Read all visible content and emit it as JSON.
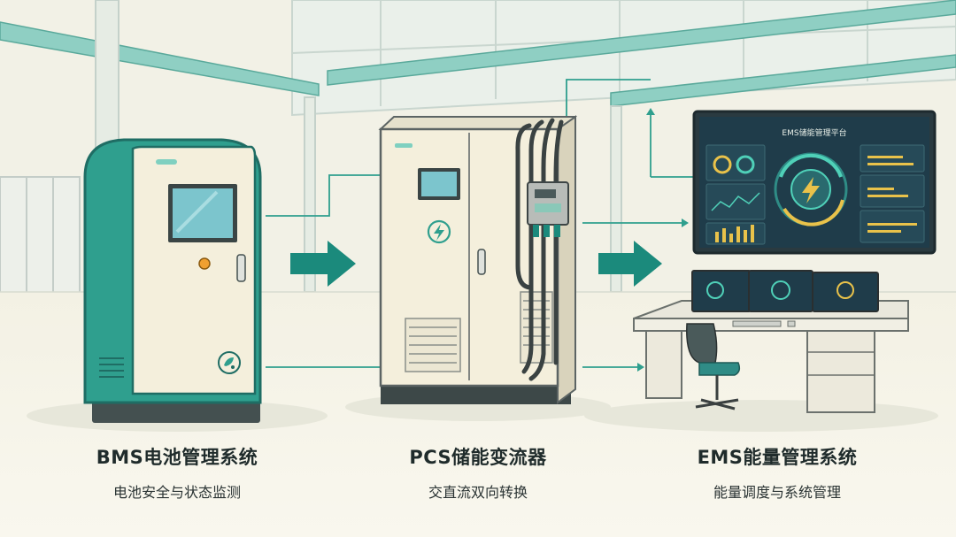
{
  "colors": {
    "teal": "#2f9f8e",
    "teal_dark": "#1b7d72",
    "cream": "#f4efdc",
    "screen_bg": "#1f3c4a",
    "accent_yellow": "#e9c24a",
    "orange": "#f0a030",
    "background": "#f7f5ea"
  },
  "icons": {
    "bms_badge": "recycle-leaf-icon",
    "pcs_badge": "lightning-bolt-icon",
    "ems_center": "lightning-bolt-icon",
    "flow_arrow": "arrow-right-icon"
  },
  "wall_screen": {
    "title": "EMS储能管理平台"
  },
  "modules": [
    {
      "title": "BMS电池管理系统",
      "subtitle": "电池安全与状态监测"
    },
    {
      "title": "PCS储能变流器",
      "subtitle": "交直流双向转换"
    },
    {
      "title": "EMS能量管理系统",
      "subtitle": "能量调度与系统管理"
    }
  ]
}
